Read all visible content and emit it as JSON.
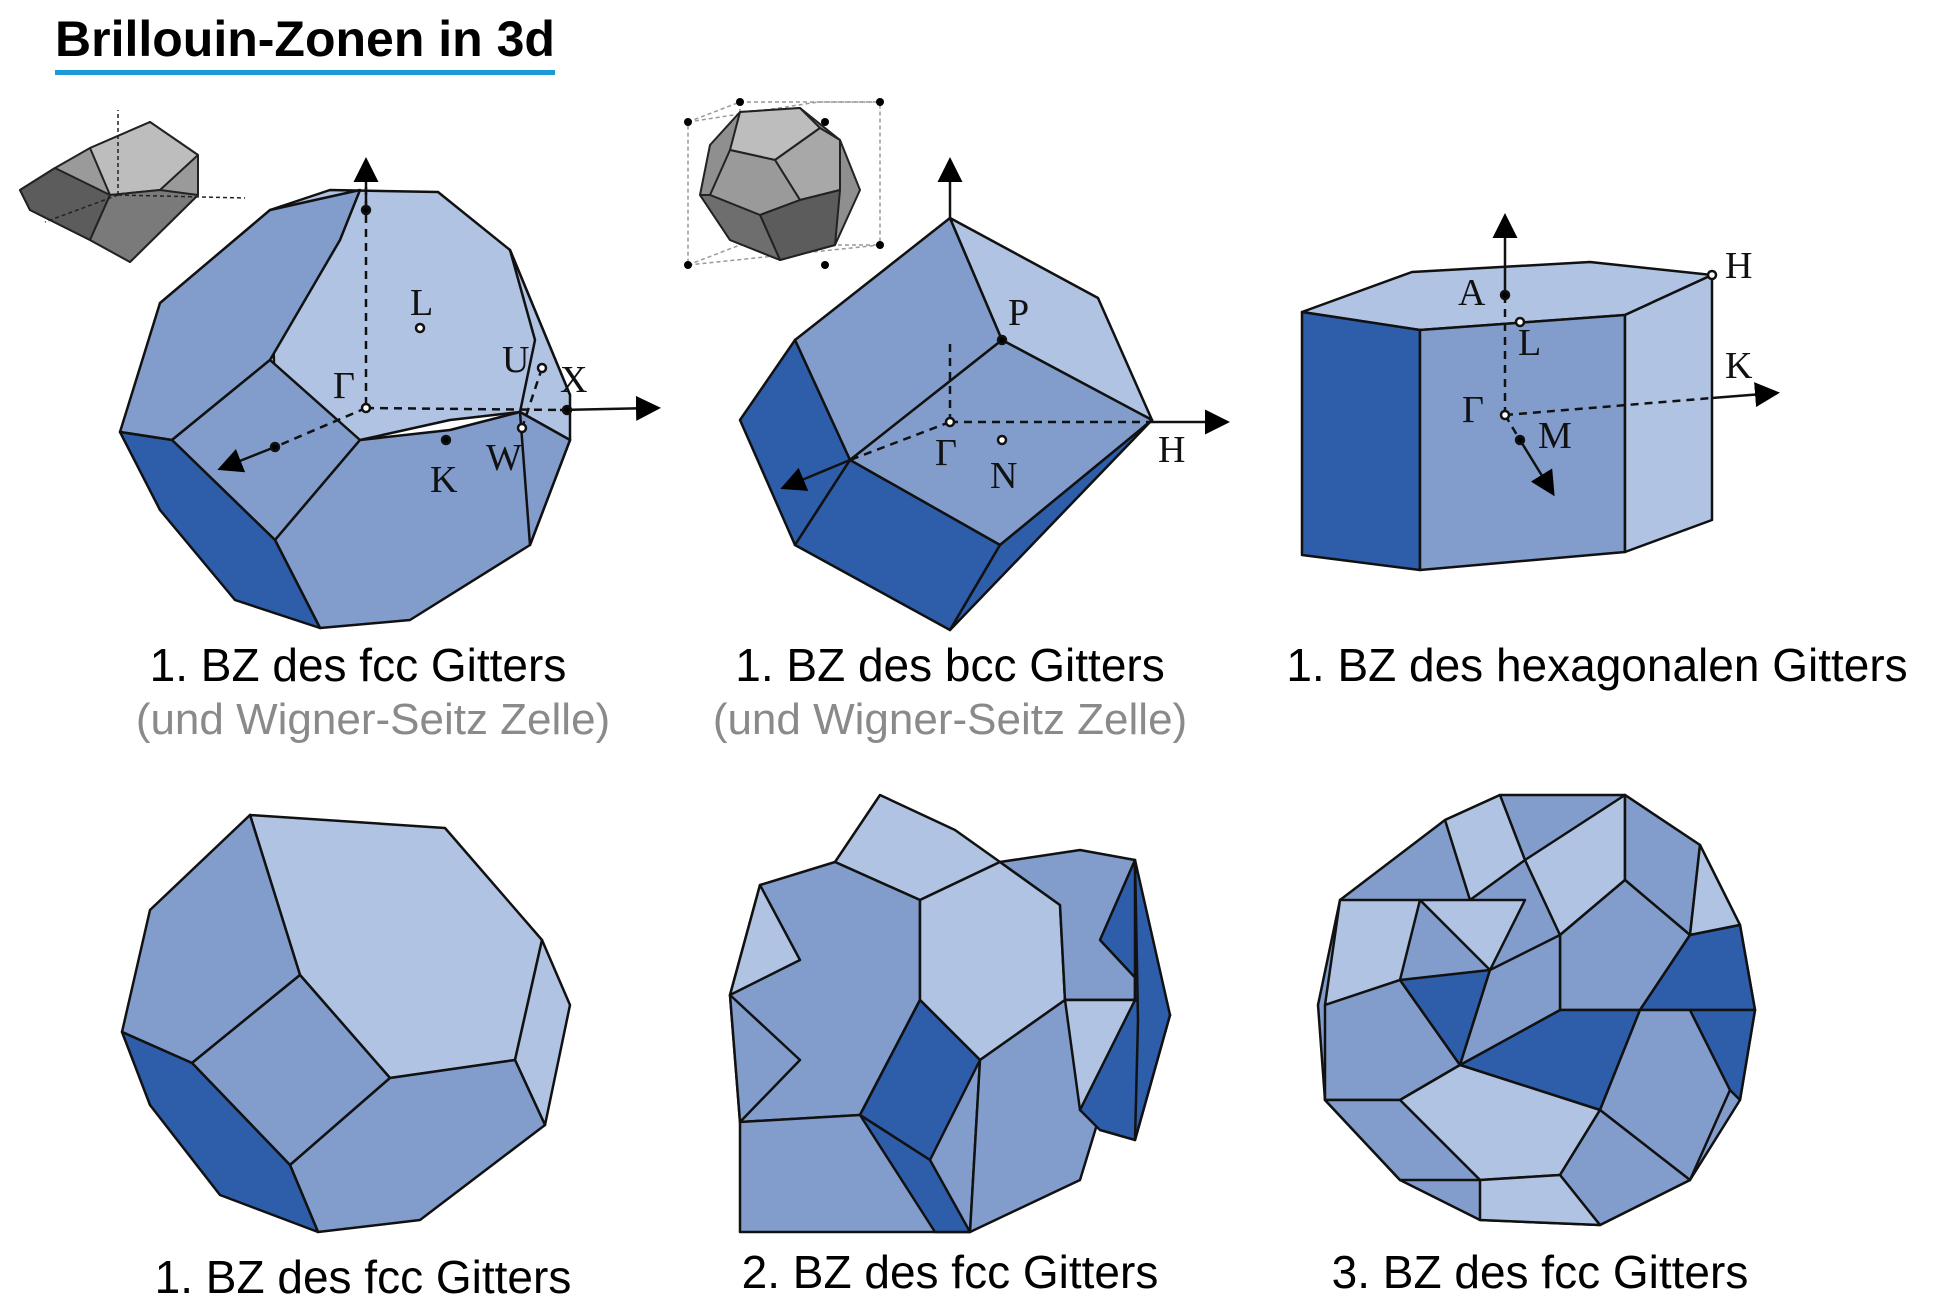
{
  "title": "Brillouin-Zonen in 3d",
  "colors": {
    "light": "#b0c3e2",
    "mid": "#829dcc",
    "dark": "#2e5daa",
    "grey": "#9a9a9a",
    "accent": "#1a9ad6"
  },
  "captions": {
    "fcc": "1. BZ des fcc Gitters",
    "bcc": "1. BZ des bcc Gitters",
    "hex": "1. BZ des hexagonalen Gitters",
    "ws": "(und Wigner-Seitz Zelle)",
    "fcc1": "1. BZ des fcc Gitters",
    "fcc2": "2. BZ des fcc Gitters",
    "fcc3": "3. BZ des fcc Gitters"
  },
  "fcc_labels": {
    "L": "L",
    "U": "U",
    "X": "X",
    "Gamma": "Γ",
    "K": "K",
    "W": "W"
  },
  "bcc_labels": {
    "P": "P",
    "Gamma": "Γ",
    "N": "N",
    "H": "H"
  },
  "hex_labels": {
    "A": "A",
    "L": "L",
    "H": "H",
    "K": "K",
    "Gamma": "Γ",
    "M": "M"
  }
}
